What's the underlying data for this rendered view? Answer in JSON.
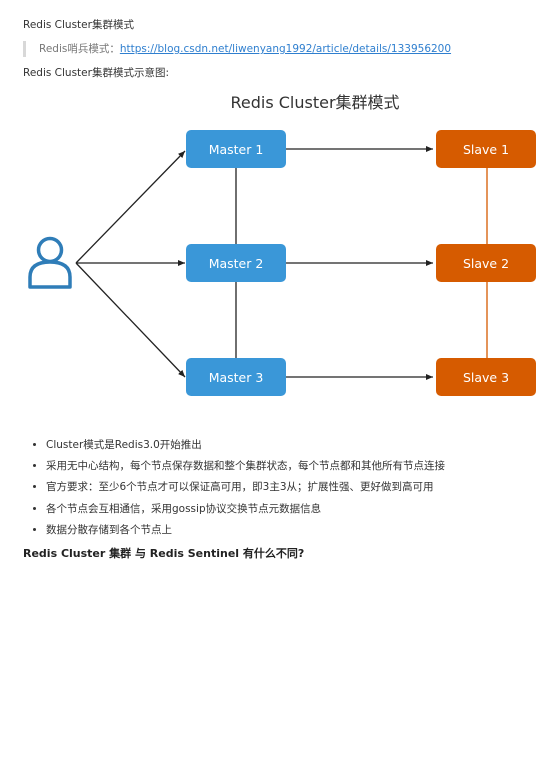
{
  "doc": {
    "section_title": "Redis Cluster集群模式",
    "quote_prefix": "Redis哨兵模式：",
    "quote_link": "https://blog.csdn.net/liwenyang1992/article/details/133956200",
    "diagram_caption": "Redis Cluster集群模式示意图:",
    "bullets": [
      "Cluster模式是Redis3.0开始推出",
      "采用无中心结构，每个节点保存数据和整个集群状态，每个节点都和其他所有节点连接",
      "官方要求：至少6个节点才可以保证高可用，即3主3从；扩展性强、更好做到高可用",
      "各个节点会互相通信，采用gossip协议交换节点元数据信息",
      "数据分散存储到各个节点上"
    ],
    "question_heading": "Redis Cluster 集群 与 Redis Sentinel 有什么不同?"
  },
  "diagram": {
    "title": "Redis Cluster集群模式",
    "masters": [
      "Master 1",
      "Master 2",
      "Master 3"
    ],
    "slaves": [
      "Slave 1",
      "Slave 2",
      "Slave 3"
    ],
    "master_color": "#3a97d8",
    "slave_color": "#d65b00",
    "user_icon": "user-icon"
  }
}
